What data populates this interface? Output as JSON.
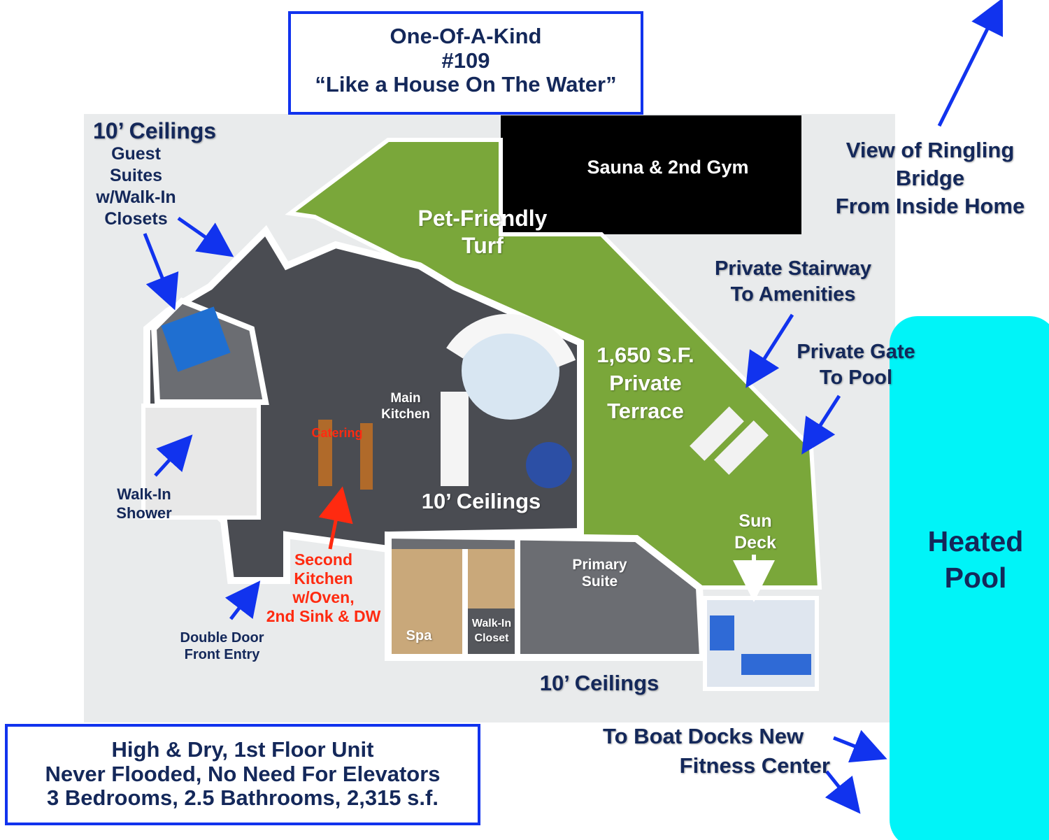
{
  "title_box": {
    "line1": "One-Of-A-Kind",
    "line2": "#109",
    "line3": "“Like a House On The Water”"
  },
  "info_box": {
    "line1": "High & Dry, 1st Floor Unit",
    "line2": "Never Flooded, No Need For Elevators",
    "line3": "3 Bedrooms, 2.5 Bathrooms, 2,315 s.f."
  },
  "labels": {
    "ceilings_top": "10’ Ceilings",
    "guest_suites": [
      "Guest",
      "Suites",
      "w/Walk-In",
      "Closets"
    ],
    "sauna_gym": "Sauna & 2nd Gym",
    "ringling_view": [
      "View of Ringling",
      "Bridge",
      "From Inside Home"
    ],
    "pet_turf": [
      "Pet-Friendly",
      "Turf"
    ],
    "stairway": [
      "Private Stairway",
      "To Amenities"
    ],
    "terrace": [
      "1,650 S.F.",
      "Private",
      "Terrace"
    ],
    "gate": [
      "Private Gate",
      "To Pool"
    ],
    "heated_pool": [
      "Heated",
      "Pool"
    ],
    "main_kitchen": [
      "Main",
      "Kitchen"
    ],
    "catering": "Catering",
    "ceilings_center": "10’ Ceilings",
    "walk_in_shower": [
      "Walk-In",
      "Shower"
    ],
    "second_kitchen": [
      "Second",
      "Kitchen",
      "w/Oven,",
      "2nd Sink & DW"
    ],
    "front_entry": [
      "Double Door",
      "Front Entry"
    ],
    "spa": "Spa",
    "walk_in_closet": [
      "Walk-In",
      "Closet"
    ],
    "primary_suite": [
      "Primary",
      "Suite"
    ],
    "sun_deck": [
      "Sun",
      "Deck"
    ],
    "ceilings_bottom": "10’ Ceilings",
    "boat_docks": [
      "To Boat Docks New",
      "Fitness Center"
    ]
  },
  "colors": {
    "arrow": "#1133ee",
    "turf": "#7aa73a",
    "floor": "#4a4c52",
    "pool": "#00f4f8",
    "background": "#e9ebec",
    "label_navy": "#14285a",
    "label_red": "#ff2a10"
  }
}
